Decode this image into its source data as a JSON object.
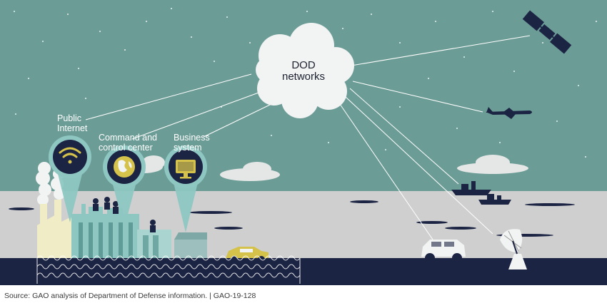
{
  "center_node": {
    "label": "DOD\nnetworks"
  },
  "nodes": [
    {
      "id": "public-internet",
      "label": "Public\nInternet",
      "icon": "wifi-icon"
    },
    {
      "id": "command-control",
      "label": "Command and\ncontrol center",
      "icon": "globe-icon"
    },
    {
      "id": "business-system",
      "label": "Business\nsystem",
      "icon": "monitor-icon"
    }
  ],
  "connected_assets": [
    "satellite-icon",
    "airplane-icon",
    "ship-icon",
    "armored-vehicle-icon",
    "radar-dish-icon"
  ],
  "footer": {
    "source": "Source: GAO analysis of Department of Defense information.  |  GAO-19-128"
  },
  "colors": {
    "sky": "#6c9c96",
    "ground": "#cfcfcf",
    "navy": "#1c2444",
    "teal": "#8ec7c2",
    "factory": "#f0ecc6",
    "accent": "#d4c24a"
  }
}
